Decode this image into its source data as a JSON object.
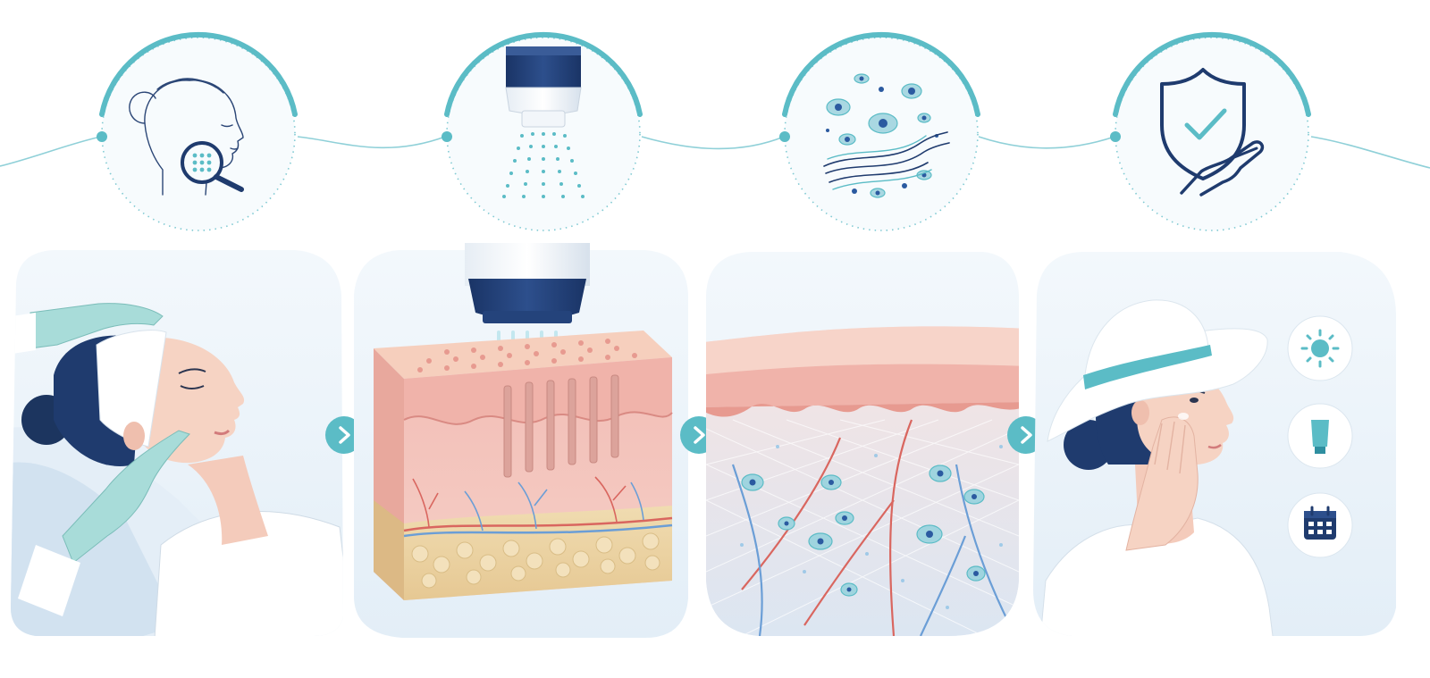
{
  "colors": {
    "teal": "#5bbcc6",
    "navy": "#1f3b6e",
    "skin": "#f6d3c3",
    "tissue_pink": "#eeaaa5",
    "fat_yellow": "#ecd4a4",
    "vessel_red": "#d9665f",
    "vessel_blue": "#6b9ed6",
    "panel_bg": "#eaf3f9"
  },
  "steps": [
    {
      "icon": "face-analysis-magnifier-icon",
      "illustration": "facial-skin-consultation"
    },
    {
      "icon": "laser-handpiece-beams-icon",
      "illustration": "laser-microchannels-skin-block"
    },
    {
      "icon": "cells-collagen-regeneration-icon",
      "illustration": "dermis-collagen-remodeling"
    },
    {
      "icon": "shield-checkmark-hand-icon",
      "illustration": "sun-protection-aftercare",
      "aftercare_icons": [
        "sun-icon",
        "sunscreen-tube-icon",
        "calendar-icon"
      ]
    }
  ],
  "connectors": [
    "next-arrow-icon",
    "next-arrow-icon",
    "next-arrow-icon"
  ]
}
